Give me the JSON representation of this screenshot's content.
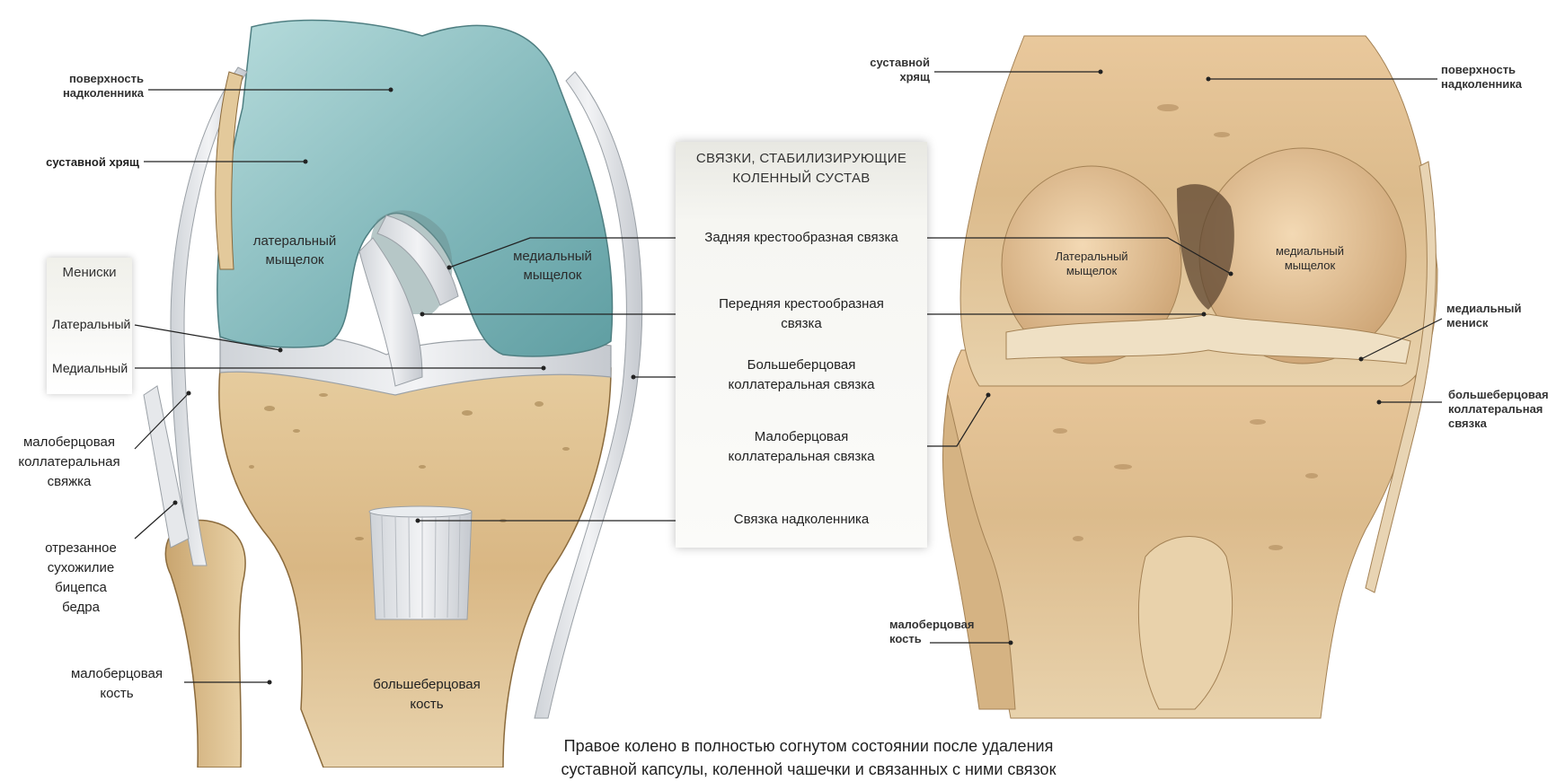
{
  "left_figure": {
    "labels": {
      "patella_surface": "поверхность\nнадколенника",
      "articular_cartilage": "суставной хрящ",
      "lateral_condyle": "латеральный\nмыщелок",
      "medial_condyle": "медиальный\nмыщелок",
      "fibular_collateral": "малоберцовая\nколлатеральная\nсвяжка",
      "biceps_tendon": "отрезанное\nсухожилие\nбицепса\nбедра",
      "fibula": "малоберцовая\nкость",
      "tibia": "большеберцовая\nкость"
    },
    "menisci_box": {
      "title": "Мениски",
      "lateral": "Латеральный",
      "medial": "Медиальный"
    }
  },
  "center_panel": {
    "title": "СВЯЗКИ, СТАБИЛИЗИРУЮЩИЕ\nКОЛЕННЫЙ СУСТАВ",
    "items": [
      "Задняя крестообразная связка",
      "Передняя крестообразная\nсвязка",
      "Большеберцовая\nколлатеральная связка",
      "Малоберцовая\nколлатеральная связка",
      "Связка надколенника"
    ]
  },
  "right_figure": {
    "labels": {
      "articular_cartilage": "суставной\nхрящ",
      "patella_surface": "поверхность\nнадколенника",
      "lateral_condyle": "Латеральный\nмыщелок",
      "medial_condyle": "медиальный\nмыщелок",
      "medial_meniscus": "медиальный\nмениск",
      "tibial_collateral": "большеберцовая\nколлатеральная\nсвязка",
      "fibula": "малоберцовая\nкость"
    }
  },
  "caption": {
    "line1": "Правое колено в полностью согнутом состоянии после удаления",
    "line2": "суставной капсулы, коленной чашечки и связанных с ними связок"
  },
  "colors": {
    "cartilage": "#8fc7c9",
    "bone": "#d9b98a",
    "ligament": "#e4e6ea",
    "specimen": "#e2c59c",
    "leader_line": "#222222"
  }
}
